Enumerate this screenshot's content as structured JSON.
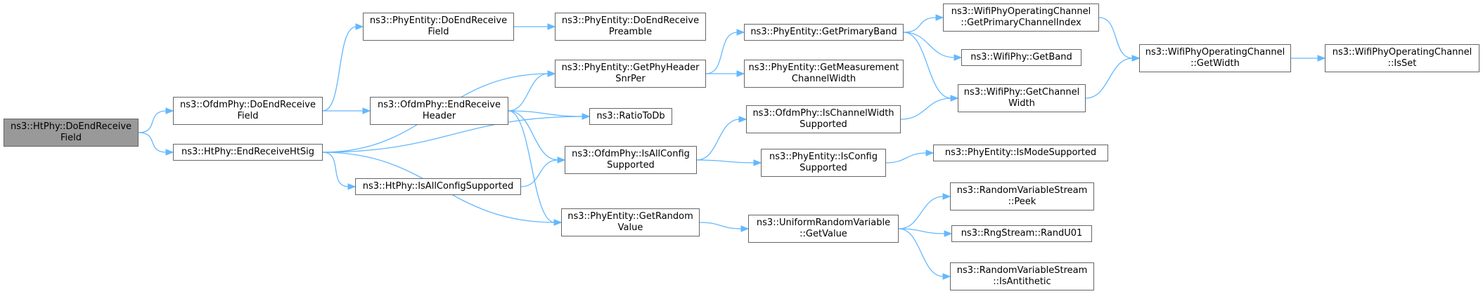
{
  "colors": {
    "edge": "#63b8ff",
    "node_border": "#666666",
    "root_fill": "#999999",
    "node_fill": "#ffffff"
  },
  "nodes": {
    "n1": {
      "lines": [
        "ns3::HtPhy::DoEndReceive",
        "Field"
      ]
    },
    "n2": {
      "lines": [
        "ns3::OfdmPhy::DoEndReceive",
        "Field"
      ]
    },
    "n3": {
      "lines": [
        "ns3::HtPhy::EndReceiveHtSig"
      ]
    },
    "n4": {
      "lines": [
        "ns3::PhyEntity::DoEndReceive",
        "Field"
      ]
    },
    "n5": {
      "lines": [
        "ns3::OfdmPhy::EndReceive",
        "Header"
      ]
    },
    "n6": {
      "lines": [
        "ns3::PhyEntity::DoEndReceive",
        "Preamble"
      ]
    },
    "n7": {
      "lines": [
        "ns3::PhyEntity::GetPhyHeader",
        "SnrPer"
      ]
    },
    "n8": {
      "lines": [
        "ns3::RatioToDb"
      ]
    },
    "n9": {
      "lines": [
        "ns3::OfdmPhy::IsAllConfig",
        "Supported"
      ]
    },
    "n10": {
      "lines": [
        "ns3::PhyEntity::GetRandom",
        "Value"
      ]
    },
    "n11": {
      "lines": [
        "ns3::HtPhy::IsAllConfigSupported"
      ]
    },
    "n12": {
      "lines": [
        "ns3::PhyEntity::GetPrimaryBand"
      ]
    },
    "n13": {
      "lines": [
        "ns3::PhyEntity::GetMeasurement",
        "ChannelWidth"
      ]
    },
    "n14": {
      "lines": [
        "ns3::OfdmPhy::IsChannelWidth",
        "Supported"
      ]
    },
    "n15": {
      "lines": [
        "ns3::PhyEntity::IsConfig",
        "Supported"
      ]
    },
    "n16": {
      "lines": [
        "ns3::UniformRandomVariable",
        "::GetValue"
      ]
    },
    "n17": {
      "lines": [
        "ns3::WifiPhyOperatingChannel",
        "::GetPrimaryChannelIndex"
      ]
    },
    "n18": {
      "lines": [
        "ns3::WifiPhy::GetBand"
      ]
    },
    "n19": {
      "lines": [
        "ns3::WifiPhy::GetChannel",
        "Width"
      ]
    },
    "n20": {
      "lines": [
        "ns3::PhyEntity::IsModeSupported"
      ]
    },
    "n21": {
      "lines": [
        "ns3::RandomVariableStream",
        "::Peek"
      ]
    },
    "n22": {
      "lines": [
        "ns3::RngStream::RandU01"
      ]
    },
    "n23": {
      "lines": [
        "ns3::RandomVariableStream",
        "::IsAntithetic"
      ]
    },
    "n24": {
      "lines": [
        "ns3::WifiPhyOperatingChannel",
        "::GetWidth"
      ]
    },
    "n25": {
      "lines": [
        "ns3::WifiPhyOperatingChannel",
        "::IsSet"
      ]
    }
  },
  "edges": [
    [
      "n1",
      "n2"
    ],
    [
      "n1",
      "n3"
    ],
    [
      "n2",
      "n4"
    ],
    [
      "n2",
      "n5"
    ],
    [
      "n3",
      "n7"
    ],
    [
      "n3",
      "n8"
    ],
    [
      "n3",
      "n11"
    ],
    [
      "n3",
      "n10"
    ],
    [
      "n4",
      "n6"
    ],
    [
      "n5",
      "n7"
    ],
    [
      "n5",
      "n8"
    ],
    [
      "n5",
      "n9"
    ],
    [
      "n5",
      "n10"
    ],
    [
      "n11",
      "n9"
    ],
    [
      "n7",
      "n12"
    ],
    [
      "n7",
      "n13"
    ],
    [
      "n9",
      "n14"
    ],
    [
      "n9",
      "n15"
    ],
    [
      "n10",
      "n16"
    ],
    [
      "n12",
      "n17"
    ],
    [
      "n12",
      "n18"
    ],
    [
      "n12",
      "n19"
    ],
    [
      "n14",
      "n19"
    ],
    [
      "n15",
      "n20"
    ],
    [
      "n16",
      "n21"
    ],
    [
      "n16",
      "n22"
    ],
    [
      "n16",
      "n23"
    ],
    [
      "n17",
      "n24"
    ],
    [
      "n19",
      "n24"
    ],
    [
      "n24",
      "n25"
    ]
  ]
}
